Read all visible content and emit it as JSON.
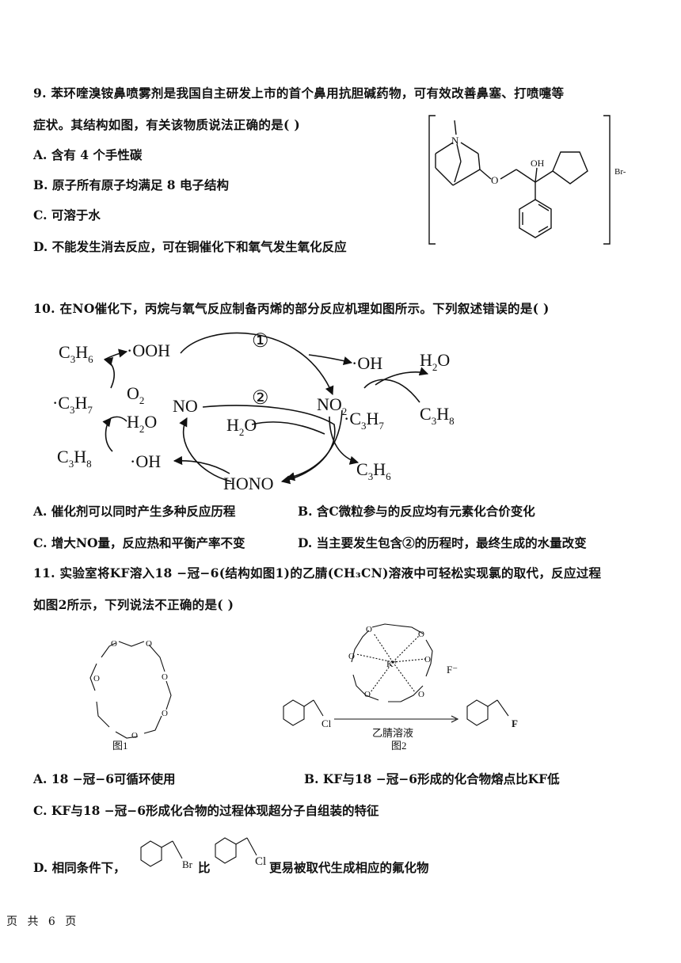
{
  "q9": {
    "line1": "9. 苯环喹溴铵鼻喷雾剂是我国自主研发上市的首个鼻用抗胆碱药物，可有效改善鼻塞、打喷嚏等",
    "line2": "症状。其结构如图，有关该物质说法正确的是(    )",
    "options": [
      "A. 含有 4 个手性碳",
      "B. 原子所有原子均满足 8 电子结构",
      "C. 可溶于水",
      "D. 不能发生消去反应，可在铜催化下和氧气发生氧化反应"
    ],
    "structure": {
      "n_label": "N",
      "o_label": "O",
      "oh_label": "OH",
      "counterion": "Br-"
    }
  },
  "q10": {
    "stem": "10. 在NO催化下，丙烷与氧气反应制备丙烯的部分反应机理如图所示。下列叙述错误的是(    )",
    "diagram": {
      "step1": "①",
      "step2": "②",
      "no": "NO",
      "no2": "NO",
      "no2_sub": "2",
      "hono": "HONO",
      "ooh": "·OOH",
      "oh_right": "·OH",
      "oh_left": "·OH",
      "c3h6_top": [
        "C",
        "3",
        "H",
        "6"
      ],
      "c3h7_left": [
        "·C",
        "3",
        "H",
        "7"
      ],
      "c3h8_left": [
        "C",
        "3",
        "H",
        "8"
      ],
      "o2": [
        "O",
        "2"
      ],
      "h2o_left": [
        "H",
        "2",
        "O"
      ],
      "h2o_mid": [
        "H",
        "2",
        "O"
      ],
      "h2o_right": [
        "H",
        "2",
        "O"
      ],
      "c3h7_right": [
        "·C",
        "3",
        "H",
        "7"
      ],
      "c3h8_right": [
        "C",
        "3",
        "H",
        "8"
      ],
      "c3h6_bottom": [
        "C",
        "3",
        "H",
        "6"
      ]
    },
    "options": [
      "A. 催化剂可以同时产生多种反应历程",
      "B. 含C微粒参与的反应均有元素化合价变化",
      "C. 增大NO量，反应热和平衡产率不变",
      "D. 当主要发生包含②的历程时，最终生成的水量改变"
    ]
  },
  "q11": {
    "line1": "11. 实验室将KF溶入18 −冠−6(结构如图1)的乙腈(CH₃CN)溶液中可轻松实现氯的取代，反应过程",
    "line2": "如图2所示，下列说法不正确的是(    )",
    "fig1_caption": "图1",
    "fig2_caption": "图2",
    "o_label": "O",
    "k_label": "K⁺",
    "f_minus": "F⁻",
    "cl_label": "Cl",
    "f_label": "F",
    "solvent": "乙腈溶液",
    "options": [
      "A. 18 −冠−6可循环使用",
      "B. KF与18 −冠−6形成的化合物熔点比KF低",
      "C. KF与18 −冠−6形成化合物的过程体现超分子自组装的特征"
    ],
    "optD_prefix": "D. 相同条件下，",
    "optD_br": "Br",
    "optD_mid": "比",
    "optD_cl": "Cl",
    "optD_suffix": "更易被取代生成相应的氟化物"
  },
  "footer": "页 共 6 页"
}
